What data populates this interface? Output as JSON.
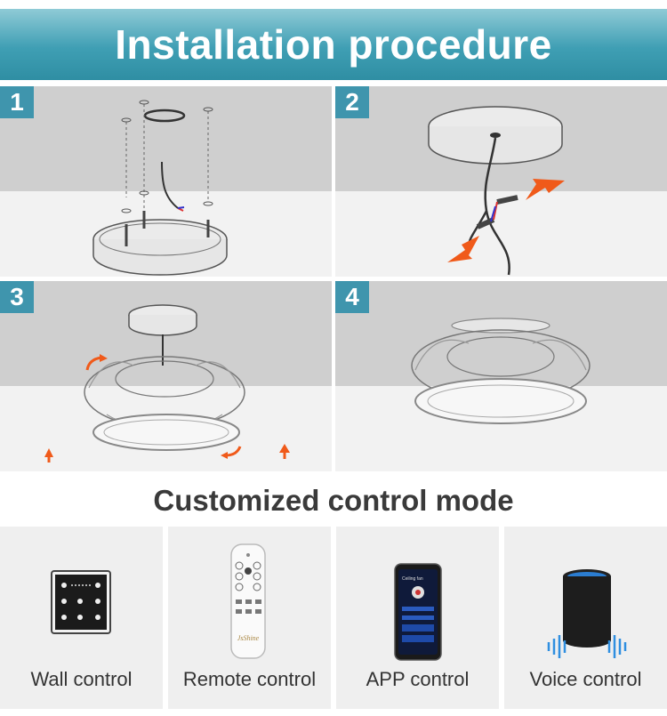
{
  "header": {
    "title": "Installation procedure"
  },
  "steps": [
    {
      "number": "1"
    },
    {
      "number": "2"
    },
    {
      "number": "3"
    },
    {
      "number": "4"
    }
  ],
  "product_brand": "JsShine",
  "control_section": {
    "title": "Customized control mode",
    "modes": [
      {
        "label": "Wall control",
        "icon": "wall-switch-icon"
      },
      {
        "label": "Remote control",
        "icon": "remote-control-icon"
      },
      {
        "label": "APP control",
        "icon": "smartphone-app-icon"
      },
      {
        "label": "Voice control",
        "icon": "smart-speaker-icon"
      }
    ]
  },
  "app_screen_title": "Ceiling fan",
  "colors": {
    "banner": "#3f9fb4",
    "step_badge": "#3f95ad",
    "arrow": "#f05a1a"
  }
}
